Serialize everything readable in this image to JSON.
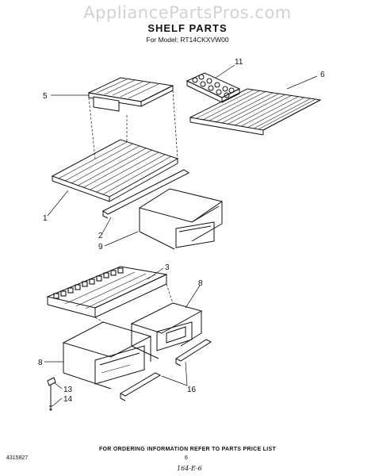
{
  "header": {
    "watermark": "AppliancePartsPros.com",
    "title": "SHELF PARTS",
    "model": "For Model: RT14CKXVW00"
  },
  "callouts": [
    "5",
    "11",
    "6",
    "1",
    "2",
    "9",
    "3",
    "8",
    "8",
    "13",
    "14",
    "16"
  ],
  "footer": {
    "ordering_note": "FOR ORDERING INFORMATION REFER TO PARTS PRICE LIST",
    "doc_number": "4315827",
    "page_number": "6",
    "handwritten": "164-E-6"
  }
}
